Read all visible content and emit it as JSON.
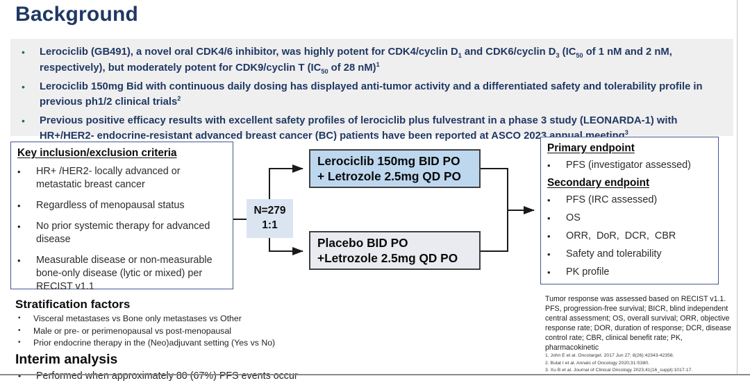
{
  "slide": {
    "title": "Background"
  },
  "colors": {
    "navy": "#1F3864",
    "green": "#1E7145",
    "panel": "#F0EFEF",
    "nbox": "#DBE5F1",
    "arm1": "#BDD7EE",
    "arm2": "#E9EBF1",
    "box-border": "#44578D",
    "arm-border": "#3F3F3F"
  },
  "background_panel": {
    "bullets": [
      {
        "segments": [
          {
            "t": "Lerociclib (GB491), a novel oral CDK4/6 inhibitor, was highly potent for CDK4/cyclin D"
          },
          {
            "t": "1",
            "s": "sub"
          },
          {
            "t": " and CDK6/cyclin D"
          },
          {
            "t": "3",
            "s": "sub"
          },
          {
            "t": " (IC"
          },
          {
            "t": "50",
            "s": "sub"
          },
          {
            "t": " of 1 nM and 2 nM, respectively), but moderately potent for CDK9/cyclin T (IC"
          },
          {
            "t": "50",
            "s": "sub"
          },
          {
            "t": " of 28 nM)"
          },
          {
            "t": "1",
            "s": "sup"
          }
        ]
      },
      {
        "segments": [
          {
            "t": "Lerociclib 150mg Bid with continuous daily dosing has displayed anti-tumor activity and a differentiated safety and tolerability profile in previous ph1/2 clinical trials"
          },
          {
            "t": "2",
            "s": "sup"
          }
        ]
      },
      {
        "segments": [
          {
            "t": "Previous positive efficacy results with excellent safety profiles of lerociclib plus fulvestrant in a phase 3 study (LEONARDA-1) with HR+/HER2- endocrine-resistant advanced breast cancer (BC) patients have been reported at ASCO 2023 annual meeting"
          },
          {
            "t": "3",
            "s": "sup"
          }
        ]
      }
    ]
  },
  "criteria_box": {
    "title": "Key inclusion/exclusion criteria",
    "items": [
      "HR+ /HER2- locally advanced or metastatic breast cancer",
      "Regardless of menopausal status",
      "No prior systemic therapy for advanced disease",
      "Measurable disease or non-measurable bone-only disease (lytic or mixed) per RECIST v1.1"
    ]
  },
  "randomization": {
    "n_label": "N=279",
    "ratio_label": "1:1"
  },
  "arms": [
    {
      "line1": "Lerociclib 150mg BID PO",
      "line2": "+ Letrozole 2.5mg QD PO"
    },
    {
      "line1": "Placebo BID PO",
      "line2": "+Letrozole 2.5mg QD PO"
    }
  ],
  "endpoints_box": {
    "primary_title": "Primary endpoint",
    "primary_items": [
      "PFS (investigator assessed)"
    ],
    "secondary_title": "Secondary endpoint",
    "secondary_items": [
      "PFS (IRC assessed)",
      "OS",
      "ORR,  DoR,  DCR,  CBR",
      "Safety and tolerability",
      "PK profile"
    ]
  },
  "stratification": {
    "title": "Stratification factors",
    "items": [
      "Visceral metastases vs Bone only metastases vs Other",
      "Male or pre- or perimenopausal vs post-menopausal",
      "Prior endocrine therapy in the (Neo)adjuvant setting (Yes vs No)"
    ]
  },
  "interim_analysis": {
    "title": "Interim analysis",
    "items": [
      "Performed when approximately 80 (67%) PFS events occur"
    ]
  },
  "footnote": "Tumor response was assessed based on RECIST v1.1. PFS, progression-free survival; BICR, blind independent central assessment; OS, overall survival; ORR, objective response rate; DOR, duration of response; DCR, disease control rate; CBR, clinical benefit rate; PK, pharmacokinetic",
  "references": [
    "1. John E et al. Oncotarget. 2017 Jun 27; 8(26):42343-42358.",
    "2. Bulat I et al. Annals of Oncology 2020;31:S380.",
    "3. Xu B et al. Journal of Clinical Oncology 2023;41(16_suppl):1017-17."
  ]
}
